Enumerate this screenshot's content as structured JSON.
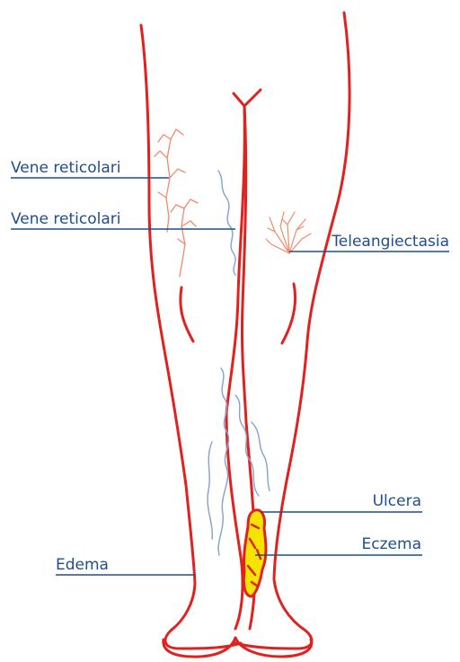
{
  "labels": {
    "vene_reticolari_1": "Vene reticolari",
    "vene_reticolari_2": "Vene reticolari",
    "teleangiectasia": "Teleangiectasia",
    "ulcera": "Ulcera",
    "eczema": "Eczema",
    "edema": "Edema"
  },
  "colors": {
    "leg_outline": "#e1211f",
    "leader_line": "#1f4e8c",
    "label_text": "#1f4e8c",
    "spider_veins": "#f08a6a",
    "varicose_veins": "#8aa6cf",
    "ulcer_fill": "#f4e400",
    "ulcer_outline": "#e1211f"
  }
}
